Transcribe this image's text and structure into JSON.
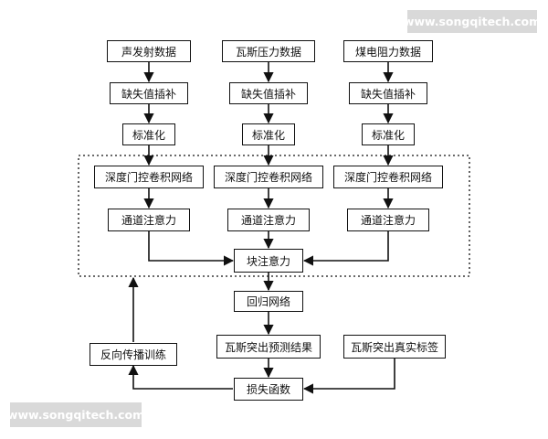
{
  "watermark": {
    "text": "www.songqitech.com"
  },
  "inputs": {
    "col1": "声发射数据",
    "col2": "瓦斯压力数据",
    "col3": "煤电阻力数据"
  },
  "missing_fill": "缺失值插补",
  "standardize": "标准化",
  "gated_conv": "深度门控卷积网络",
  "channel_attention": "通道注意力",
  "block_attention": "块注意力",
  "regression": "回归网络",
  "prediction": "瓦斯突出预测结果",
  "true_label": "瓦斯突出真实标签",
  "loss": "损失函数",
  "backprop": "反向传播训练"
}
